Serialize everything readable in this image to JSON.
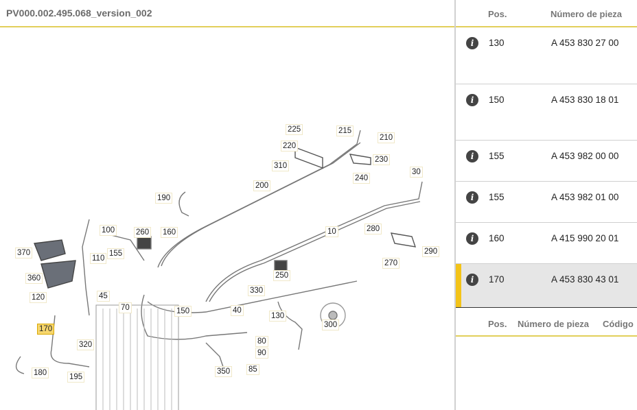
{
  "title": "PV000.002.495.068_version_002",
  "diagram": {
    "labels": [
      "225",
      "215",
      "210",
      "220",
      "230",
      "310",
      "240",
      "200",
      "30",
      "190",
      "10",
      "280",
      "290",
      "270",
      "100",
      "260",
      "160",
      "370",
      "155",
      "110",
      "250",
      "360",
      "330",
      "120",
      "45",
      "70",
      "150",
      "40",
      "130",
      "300",
      "170",
      "80",
      "320",
      "90",
      "180",
      "195",
      "350",
      "85"
    ],
    "highlighted": "170"
  },
  "table": {
    "headers": {
      "pos": "Pos.",
      "part": "Número de pieza"
    },
    "rows": [
      {
        "pos": "130",
        "part": "A 453 830 27 00"
      },
      {
        "pos": "150",
        "part": "A 453 830 18 01"
      },
      {
        "pos": "155",
        "part": "A 453 982 00 00"
      },
      {
        "pos": "155",
        "part": "A 453 982 01 00"
      },
      {
        "pos": "160",
        "part": "A 415 990 20 01"
      },
      {
        "pos": "170",
        "part": "A 453 830 43 01",
        "selected": true
      }
    ],
    "info_icon": "i",
    "footer_headers": {
      "pos": "Pos.",
      "part": "Número de pieza",
      "code": "Código"
    }
  },
  "colors": {
    "accent": "#f3c318",
    "line": "#e2cf5a"
  }
}
